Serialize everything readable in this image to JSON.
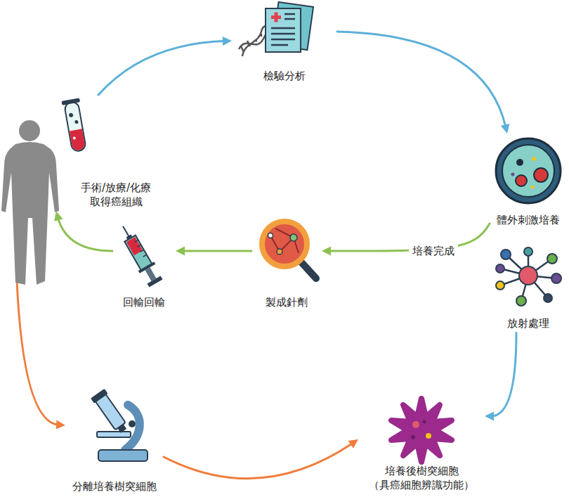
{
  "diagram": {
    "nodes": [
      {
        "text": [
          "手術/放療/化療 取得癌組織"
        ]
      },
      {
        "text": [
          "檢驗分析"
        ]
      },
      {
        "text": [
          "體外刺激培養"
        ]
      },
      {
        "text": [
          "回輸回輸"
        ]
      },
      {
        "text": [
          "製成針劑"
        ]
      },
      {
        "text": [
          "放射處理"
        ]
      },
      {
        "text": [
          "分離培養樹突細胞"
        ]
      },
      {
        "text": [
          "培養後樹突細胞 （具癌細胞辨識功能）"
        ]
      }
    ],
    "edges": [
      {
        "from": 0,
        "to": 1,
        "arrow": "to"
      },
      {
        "from": 1,
        "to": 2,
        "arrow": "to"
      },
      {
        "from": 2,
        "to": 4,
        "label": "培養完成",
        "arrow": "to"
      },
      {
        "from": 4,
        "to": 3,
        "arrow": "to"
      },
      {
        "from": 3,
        "to": 0,
        "arrow": "to"
      },
      {
        "from": 0,
        "to": 6,
        "arrow": "to"
      },
      {
        "from": 6,
        "to": 7,
        "arrow": "to"
      },
      {
        "from": 5,
        "to": 7,
        "arrow": "to"
      }
    ]
  }
}
